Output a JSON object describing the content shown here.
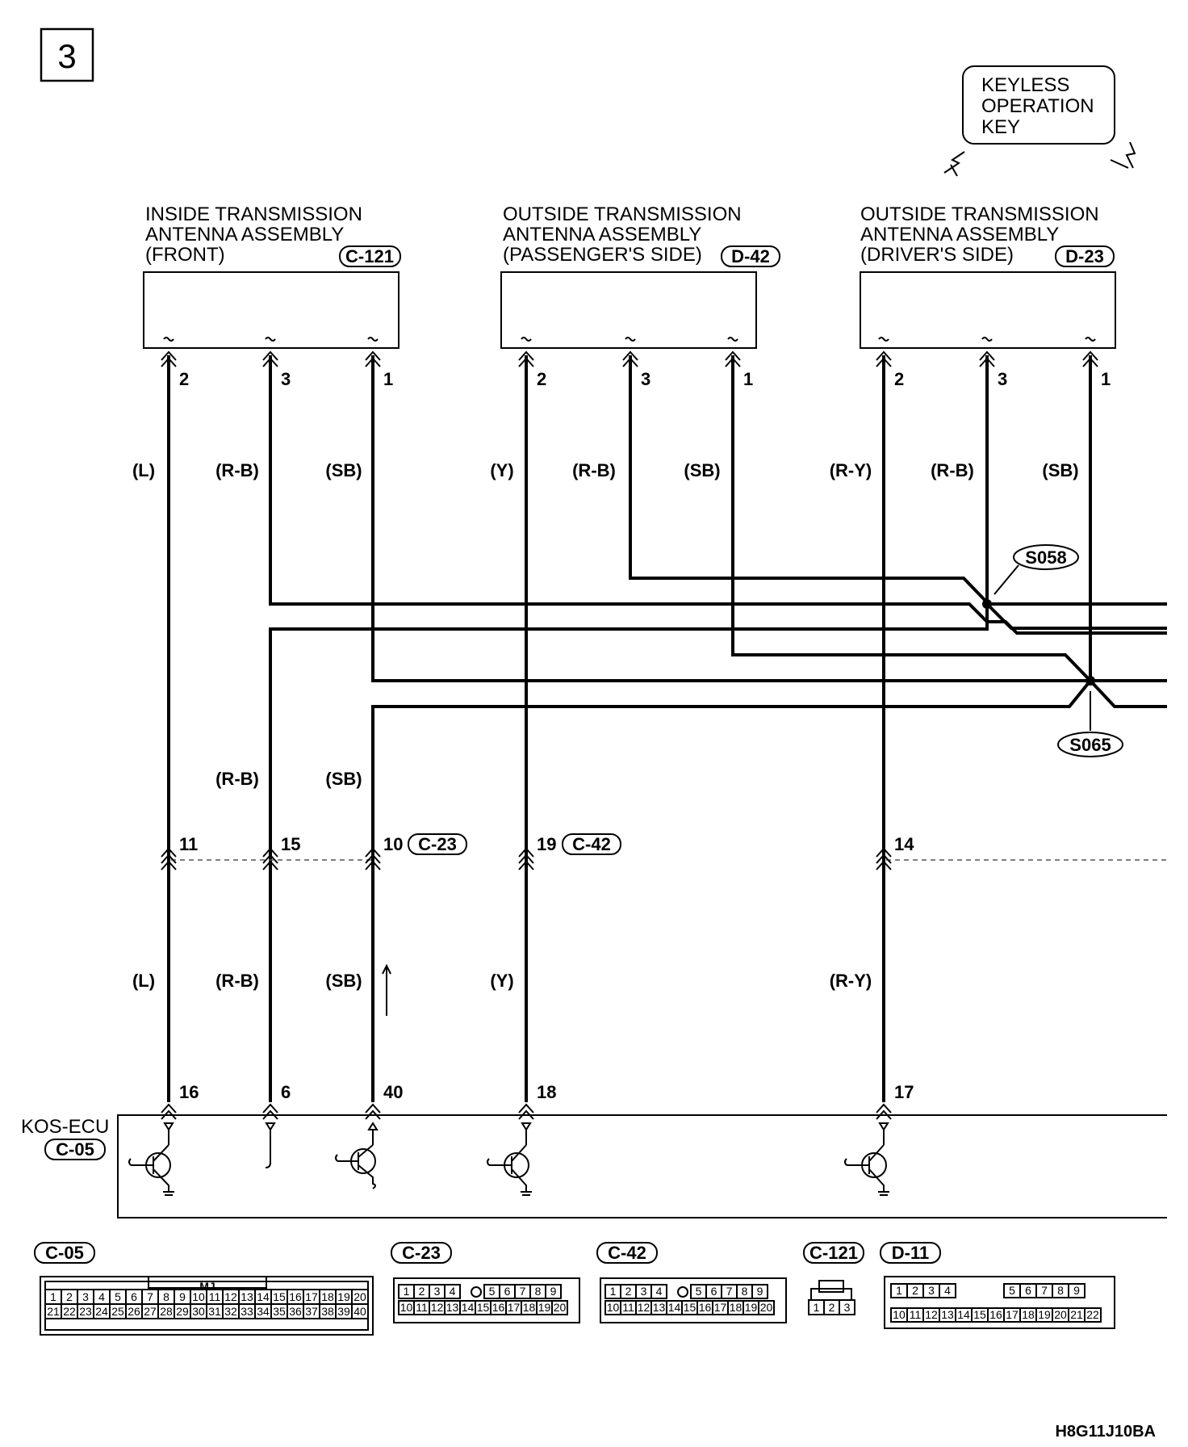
{
  "page_number": "3",
  "key_box": {
    "lines": [
      "KEYLESS",
      "OPERATION",
      "KEY"
    ]
  },
  "components": [
    {
      "lines": [
        "INSIDE TRANSMISSION",
        "ANTENNA ASSEMBLY",
        "(FRONT)"
      ],
      "connector": "C-121"
    },
    {
      "lines": [
        "OUTSIDE TRANSMISSION",
        "ANTENNA ASSEMBLY",
        "(PASSENGER'S SIDE)"
      ],
      "connector": "D-42"
    },
    {
      "lines": [
        "OUTSIDE TRANSMISSION",
        "ANTENNA ASSEMBLY",
        "(DRIVER'S SIDE)"
      ],
      "connector": "D-23"
    }
  ],
  "antenna_pins": [
    "2",
    "3",
    "1",
    "2",
    "3",
    "1",
    "2",
    "3",
    "1"
  ],
  "wire_colors_upper": [
    "(L)",
    "(R-B)",
    "(SB)",
    "(Y)",
    "(R-B)",
    "(SB)",
    "(R-Y)",
    "(R-B)",
    "(SB)"
  ],
  "splices": [
    "S058",
    "S065"
  ],
  "wire_colors_mid": [
    "(R-B)",
    "(SB)"
  ],
  "junction_pins": [
    "11",
    "15",
    "10",
    "19",
    "14"
  ],
  "junction_connectors": [
    "C-23",
    "C-42"
  ],
  "wire_colors_lower": [
    "(L)",
    "(R-B)",
    "(SB)",
    "(Y)",
    "(R-Y)"
  ],
  "ecu_pins": [
    "16",
    "6",
    "40",
    "18",
    "17"
  ],
  "ecu": {
    "name": "KOS-ECU",
    "connector": "C-05"
  },
  "connector_views": [
    {
      "id": "C-05",
      "row1": [
        "1",
        "2",
        "3",
        "4",
        "5",
        "6",
        "7",
        "8",
        "9",
        "10",
        "11",
        "12",
        "13",
        "14",
        "15",
        "16",
        "17",
        "18",
        "19",
        "20"
      ],
      "row2": [
        "21",
        "22",
        "23",
        "24",
        "25",
        "26",
        "27",
        "28",
        "29",
        "30",
        "31",
        "32",
        "33",
        "34",
        "35",
        "36",
        "37",
        "38",
        "39",
        "40"
      ],
      "mark": "MJ"
    },
    {
      "id": "C-23",
      "row1": [
        "1",
        "2",
        "3",
        "4",
        "5",
        "6",
        "7",
        "8",
        "9"
      ],
      "row2": [
        "10",
        "11",
        "12",
        "13",
        "14",
        "15",
        "16",
        "17",
        "18",
        "19",
        "20"
      ]
    },
    {
      "id": "C-42",
      "row1": [
        "1",
        "2",
        "3",
        "4",
        "5",
        "6",
        "7",
        "8",
        "9"
      ],
      "row2": [
        "10",
        "11",
        "12",
        "13",
        "14",
        "15",
        "16",
        "17",
        "18",
        "19",
        "20"
      ]
    },
    {
      "id": "C-121",
      "row1": [
        "1",
        "2",
        "3"
      ]
    },
    {
      "id": "D-11",
      "row1": [
        "1",
        "2",
        "3",
        "4",
        "5",
        "6",
        "7",
        "8",
        "9"
      ],
      "row2": [
        "10",
        "11",
        "12",
        "13",
        "14",
        "15",
        "16",
        "17",
        "18",
        "19",
        "20",
        "21",
        "22"
      ]
    }
  ],
  "figure_code": "H8G11J10BA"
}
